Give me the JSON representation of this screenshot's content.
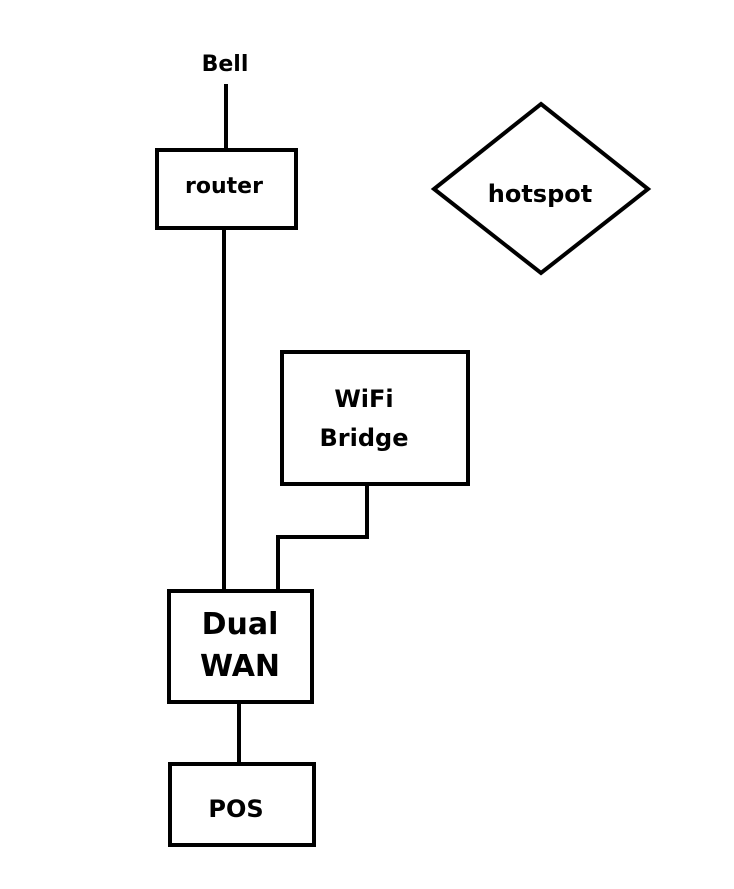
{
  "diagram": {
    "nodes": {
      "bell": {
        "label": "Bell"
      },
      "router": {
        "label": "router"
      },
      "hotspot": {
        "label": "hotspot"
      },
      "wifi_bridge": {
        "line1": "WiFi",
        "line2": "Bridge"
      },
      "dual_wan": {
        "line1": "Dual",
        "line2": "WAN"
      },
      "pos": {
        "label": "POS"
      }
    },
    "edges": [
      {
        "from": "Bell",
        "to": "router"
      },
      {
        "from": "router",
        "to": "Dual WAN"
      },
      {
        "from": "WiFi Bridge",
        "to": "Dual WAN"
      },
      {
        "from": "Dual WAN",
        "to": "POS"
      }
    ],
    "colors": {
      "stroke": "#000000",
      "background": "#ffffff",
      "text": "#000000"
    }
  }
}
